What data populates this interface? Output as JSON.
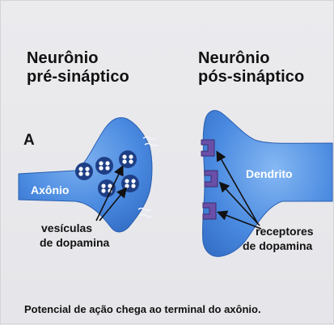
{
  "presynaptic": {
    "title_line1": "Neurônio",
    "title_line2": "pré-sináptico",
    "axon_label": "Axônio",
    "vesicles_label_line1": "vesículas",
    "vesicles_label_line2": "de dopamina"
  },
  "postsynaptic": {
    "title_line1": "Neurônio",
    "title_line2": "pós-sináptico",
    "dendrite_label": "Dendrito",
    "receptors_label_line1": "receptores",
    "receptors_label_line2": "de dopamina"
  },
  "panel_letter": "A",
  "caption": "Potencial de ação chega ao terminal do axônio.",
  "colors": {
    "neuron_blue": "#3f7fd6",
    "neuron_highlight": "#7fb2f0",
    "receptor_purple": "#6a4fa8",
    "vesicle_navy": "#1e3f86",
    "background": "#e9e9ec"
  }
}
